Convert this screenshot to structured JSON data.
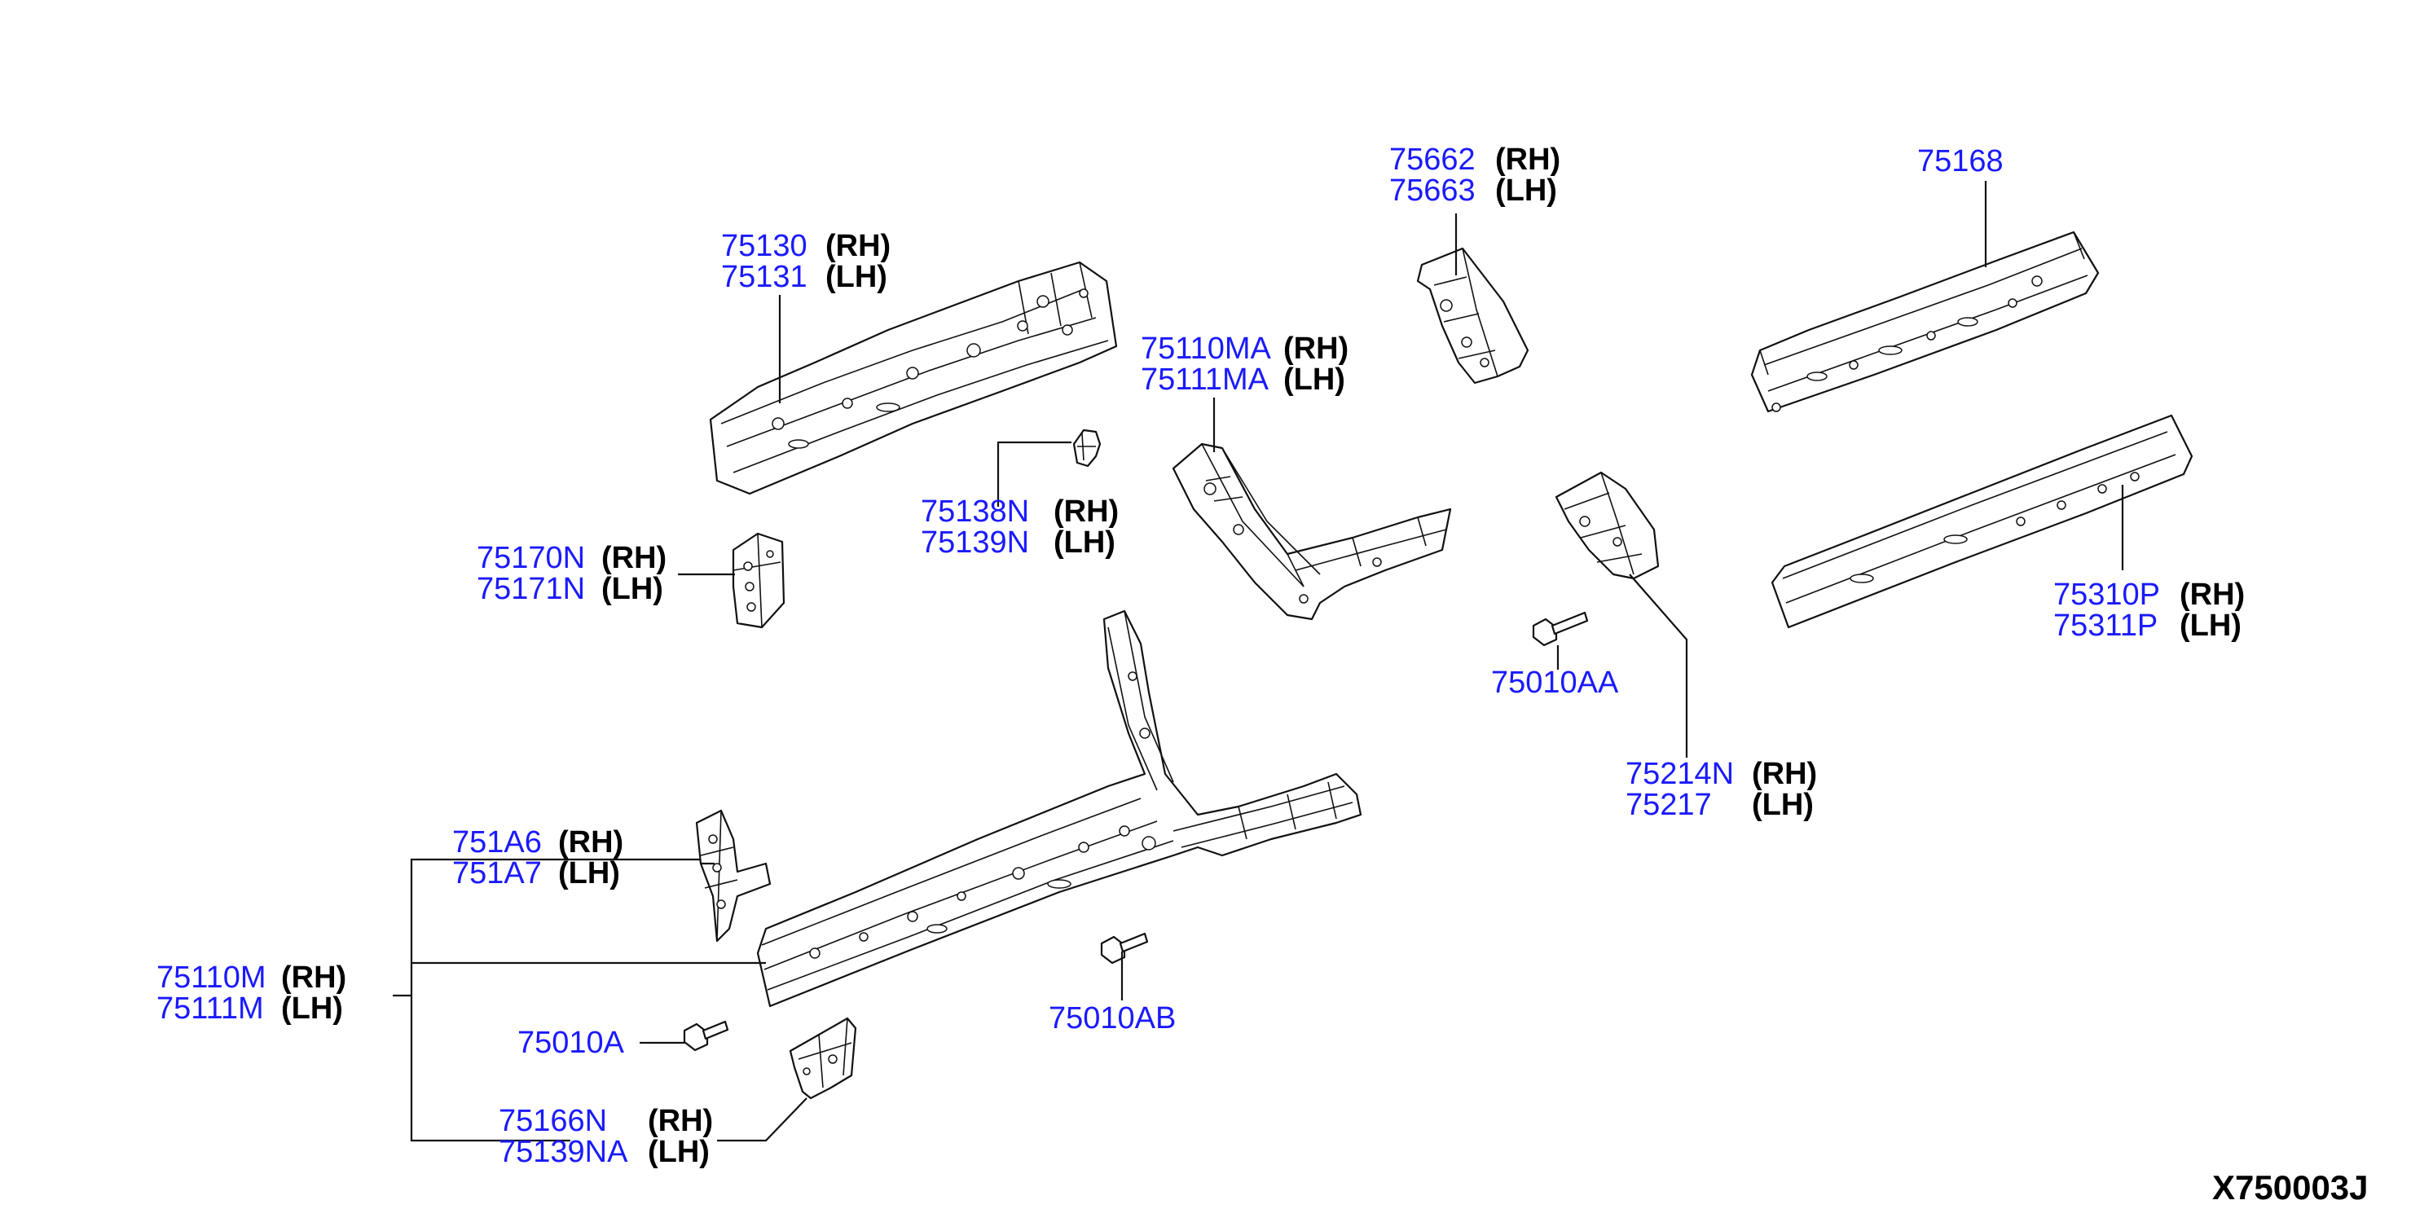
{
  "diagram_ref": "X750003J",
  "callouts": {
    "c75130": {
      "pn1": "75130",
      "side1": "(RH)",
      "pn2": "75131",
      "side2": "(LH)"
    },
    "c75662": {
      "pn1": "75662",
      "side1": "(RH)",
      "pn2": "75663",
      "side2": "(LH)"
    },
    "c75168": {
      "pn1": "75168"
    },
    "c75110MA": {
      "pn1": "75110MA",
      "side1": "(RH)",
      "pn2": "75111MA",
      "side2": "(LH)"
    },
    "c75138N": {
      "pn1": "75138N",
      "side1": "(RH)",
      "pn2": "75139N",
      "side2": "(LH)"
    },
    "c75170N": {
      "pn1": "75170N",
      "side1": "(RH)",
      "pn2": "75171N",
      "side2": "(LH)"
    },
    "c75010AA": {
      "pn1": "75010AA"
    },
    "c75310P": {
      "pn1": "75310P",
      "side1": "(RH)",
      "pn2": "75311P",
      "side2": "(LH)"
    },
    "c75214N": {
      "pn1": "75214N",
      "side1": "(RH)",
      "pn2": "75217",
      "side2": "(LH)"
    },
    "c751A6": {
      "pn1": "751A6",
      "side1": "(RH)",
      "pn2": "751A7",
      "side2": "(LH)"
    },
    "c75110M": {
      "pn1": "75110M",
      "side1": "(RH)",
      "pn2": "75111M",
      "side2": "(LH)"
    },
    "c75010AB": {
      "pn1": "75010AB"
    },
    "c75010A": {
      "pn1": "75010A"
    },
    "c75166N": {
      "pn1": "75166N",
      "side1": "(RH)",
      "pn2": "75139NA",
      "side2": "(LH)"
    }
  }
}
